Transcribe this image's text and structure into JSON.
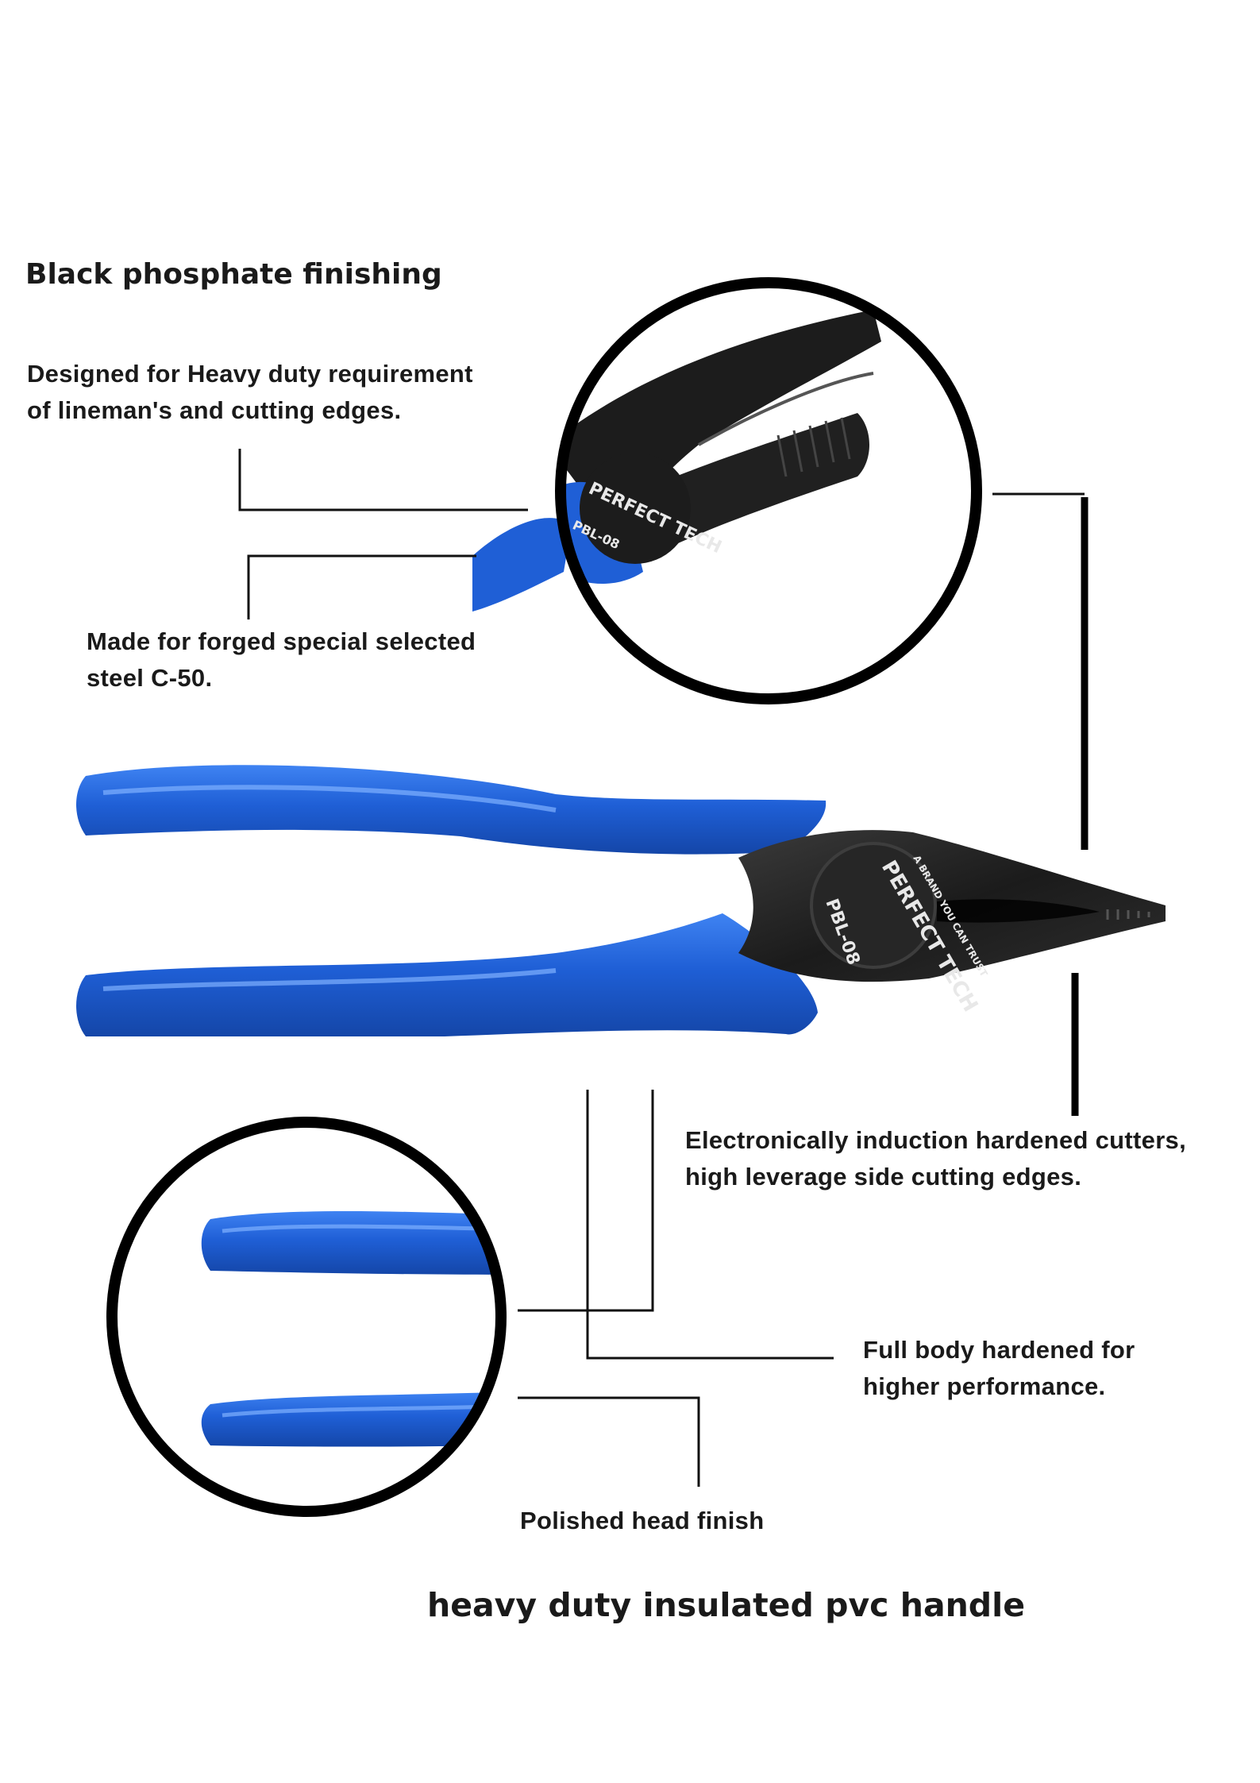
{
  "labels": {
    "black_phosphate": "Black phosphate finishing",
    "heavy_duty_design": "Designed for Heavy duty requirement\nof lineman's and cutting edges.",
    "forged_steel": "Made for forged special selected\nsteel C-50.",
    "induction_hardened": "Electronically induction hardened cutters,\nhigh leverage side cutting edges.",
    "full_body_hardened": "Full body hardened for\nhigher performance.",
    "polished_head": "Polished head finish",
    "pvc_handle": "heavy duty insulated pvc handle"
  },
  "product_imprint": {
    "brand": "PERFECT TECH",
    "tagline": "A BRAND YOU CAN TRUST",
    "model": "PBL-08"
  },
  "colors": {
    "handle_blue": "#1f5fd6",
    "head_black": "#1c1c1c",
    "lines": "#111111",
    "text": "#1a1a1a"
  }
}
